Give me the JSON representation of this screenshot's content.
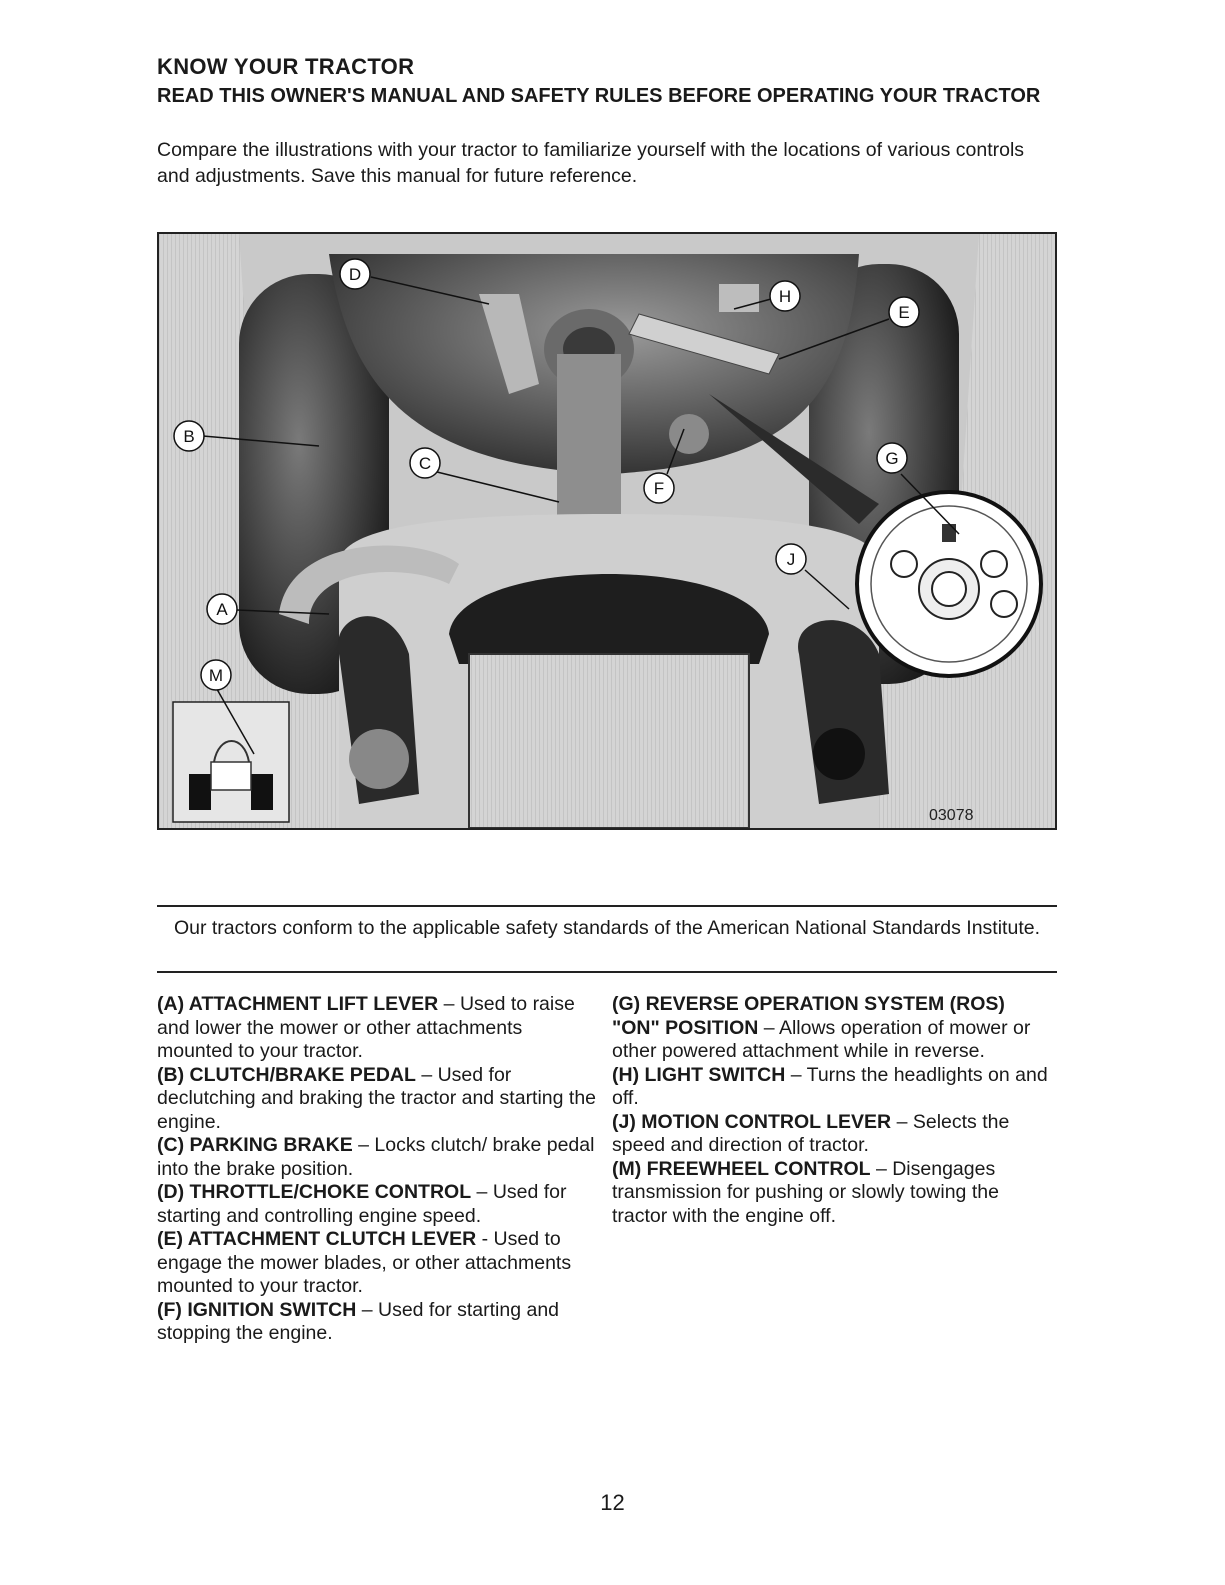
{
  "header": {
    "title": "KNOW YOUR TRACTOR",
    "subtitle": "READ THIS OWNER'S MANUAL AND SAFETY RULES BEFORE OPERATING YOUR TRACTOR",
    "intro": "Compare the illustrations with your tractor to familiarize yourself with the locations of various controls and adjustments.  Save this manual for future reference."
  },
  "figure": {
    "code": "03078",
    "callouts": {
      "A": "A",
      "B": "B",
      "C": "C",
      "D": "D",
      "E": "E",
      "F": "F",
      "G": "G",
      "H": "H",
      "J": "J",
      "M": "M"
    }
  },
  "notice": "Our tractors conform to the applicable safety standards of the American National Standards Institute.",
  "descriptions": {
    "left": [
      {
        "term": "(A) ATTACHMENT LIFT LEVER",
        "text": " – Used to raise and lower the mower or other attachments mounted to your tractor."
      },
      {
        "term": "(B) CLUTCH/BRAKE PEDAL",
        "text": " – Used for declutching and braking the tractor and starting the engine."
      },
      {
        "term": "(C) PARKING BRAKE",
        "text": " – Locks clutch/ brake pedal into the brake position."
      },
      {
        "term": "(D) THROTTLE/CHOKE CONTROL",
        "text": " – Used for starting and controlling engine speed."
      },
      {
        "term": "(E) ATTACHMENT CLUTCH LEVER",
        "text": " - Used to engage the mower blades, or other attachments mounted to your tractor."
      },
      {
        "term": "(F) IGNITION SWITCH",
        "text": " – Used for starting and stopping the engine."
      }
    ],
    "right": [
      {
        "term": "(G) REVERSE OPERATION SYSTEM (ROS) \"ON\" POSITION",
        "text": " – Allows operation of mower or other powered attachment while in reverse."
      },
      {
        "term": "(H) LIGHT SWITCH",
        "text": " – Turns the headlights on and off."
      },
      {
        "term": "(J) MOTION CONTROL LEVER",
        "text": " – Selects the speed and direction of tractor."
      },
      {
        "term": "(M) FREEWHEEL CONTROL",
        "text": " – Disengages transmission for pushing or slowly towing the tractor with the engine off."
      }
    ]
  },
  "page_number": "12"
}
